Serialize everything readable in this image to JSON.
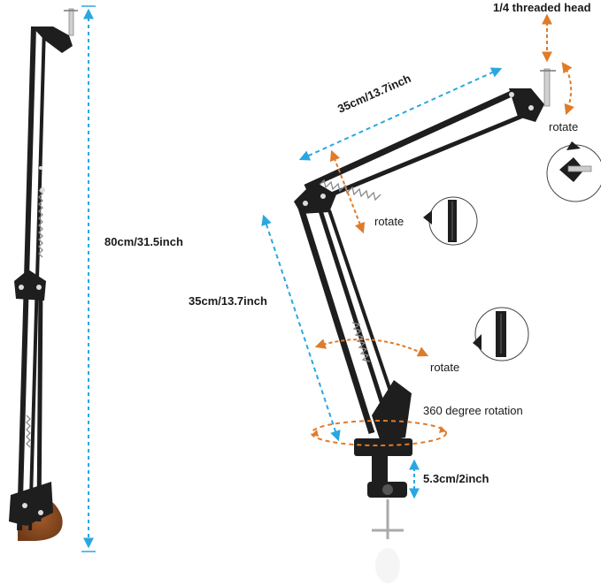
{
  "labels": {
    "threaded_head": "1/4 threaded head",
    "arm_length_top": "35cm/13.7inch",
    "rotate_head": "rotate",
    "rotate_middle": "rotate",
    "rotate_lower": "rotate",
    "total_height": "80cm/31.5inch",
    "arm_length_lower": "35cm/13.7inch",
    "base_rotation": "360 degree rotation",
    "clamp_height": "5.3cm/2inch"
  },
  "colors": {
    "arm": "#1e1e1e",
    "blue_dimension": "#2aa7e0",
    "orange_rotation": "#e07b2a",
    "desk_wood": "#8a4a22"
  }
}
